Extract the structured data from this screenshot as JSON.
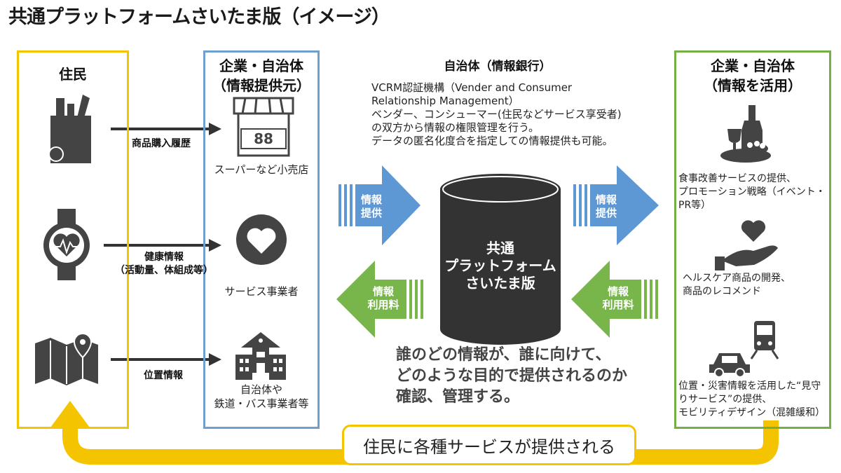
{
  "title": "共通プラットフォームさいたま版（イメージ）",
  "colors": {
    "yellow": "#f5c400",
    "blue": "#6f9fce",
    "green": "#74b045",
    "icon_dark": "#444444",
    "db_dark": "#333333"
  },
  "residents": {
    "heading": "住民",
    "flows": [
      {
        "label": "商品購入履歴",
        "icon": "grocery-bag-icon"
      },
      {
        "label": "健康情報\n（活動量、体組成等）",
        "icon": "smartwatch-heart-icon"
      },
      {
        "label": "位置情報",
        "icon": "map-pin-icon"
      }
    ]
  },
  "providers": {
    "heading_line1": "企業・自治体",
    "heading_line2": "（情報提供元）",
    "items": [
      {
        "label": "スーパーなど小売店",
        "icon": "store-icon"
      },
      {
        "label": "サービス事業者",
        "icon": "heart-circle-icon"
      },
      {
        "label": "自治体や\n鉄道・バス事業者等",
        "icon": "building-icon"
      }
    ]
  },
  "bank": {
    "heading": "自治体（情報銀行）",
    "description": "VCRM認証機構（Vender and Consumer Relationship Management）\nベンダー、コンシューマー(住民などサービス享受者)の双方から情報の権限管理を行う。\nデータの匿名化度合を指定しての情報提供も可能。",
    "database_label": "共通\nプラットフォーム\nさいたま版",
    "message": "誰のどの情報が、誰に向けて、\nどのような目的で提供されるのか\n確認、管理する。"
  },
  "arrows": {
    "provide": "情報\n提供",
    "fee": "情報\n利用料"
  },
  "users": {
    "heading_line1": "企業・自治体",
    "heading_line2": "（情報を活用）",
    "items": [
      {
        "label": "食事改善サービスの提供、\nプロモーション戦略（イベント・PR等）",
        "icon": "meal-wine-icon"
      },
      {
        "label": "ヘルスケア商品の開発、\n商品のレコメンド",
        "icon": "hand-heart-icon"
      },
      {
        "label": "位置・災害情報を活用した“見守りサービス”の提供、\nモビリティデザイン（混雑緩和）",
        "icon": "car-train-icon"
      }
    ]
  },
  "bottom_message": "住民に各種サービスが提供される"
}
